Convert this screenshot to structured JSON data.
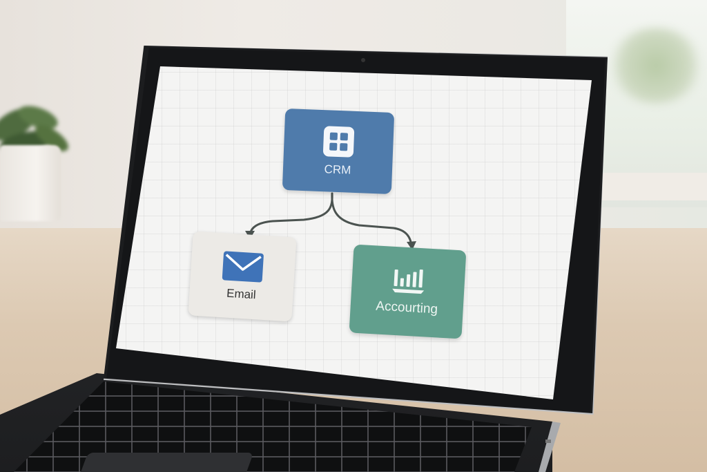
{
  "diagram": {
    "nodes": {
      "crm": {
        "label": "CRM",
        "icon": "grid-icon",
        "color": "#4f7bab"
      },
      "email": {
        "label": "Email",
        "icon": "envelope-icon",
        "color": "#eceae6"
      },
      "accounting": {
        "label": "Accourting",
        "icon": "bar-chart-icon",
        "color": "#619f8d"
      }
    },
    "edges": [
      {
        "from": "CRM",
        "to": "Email"
      },
      {
        "from": "CRM",
        "to": "Accourting"
      }
    ],
    "connector_color": "#4b5350"
  }
}
